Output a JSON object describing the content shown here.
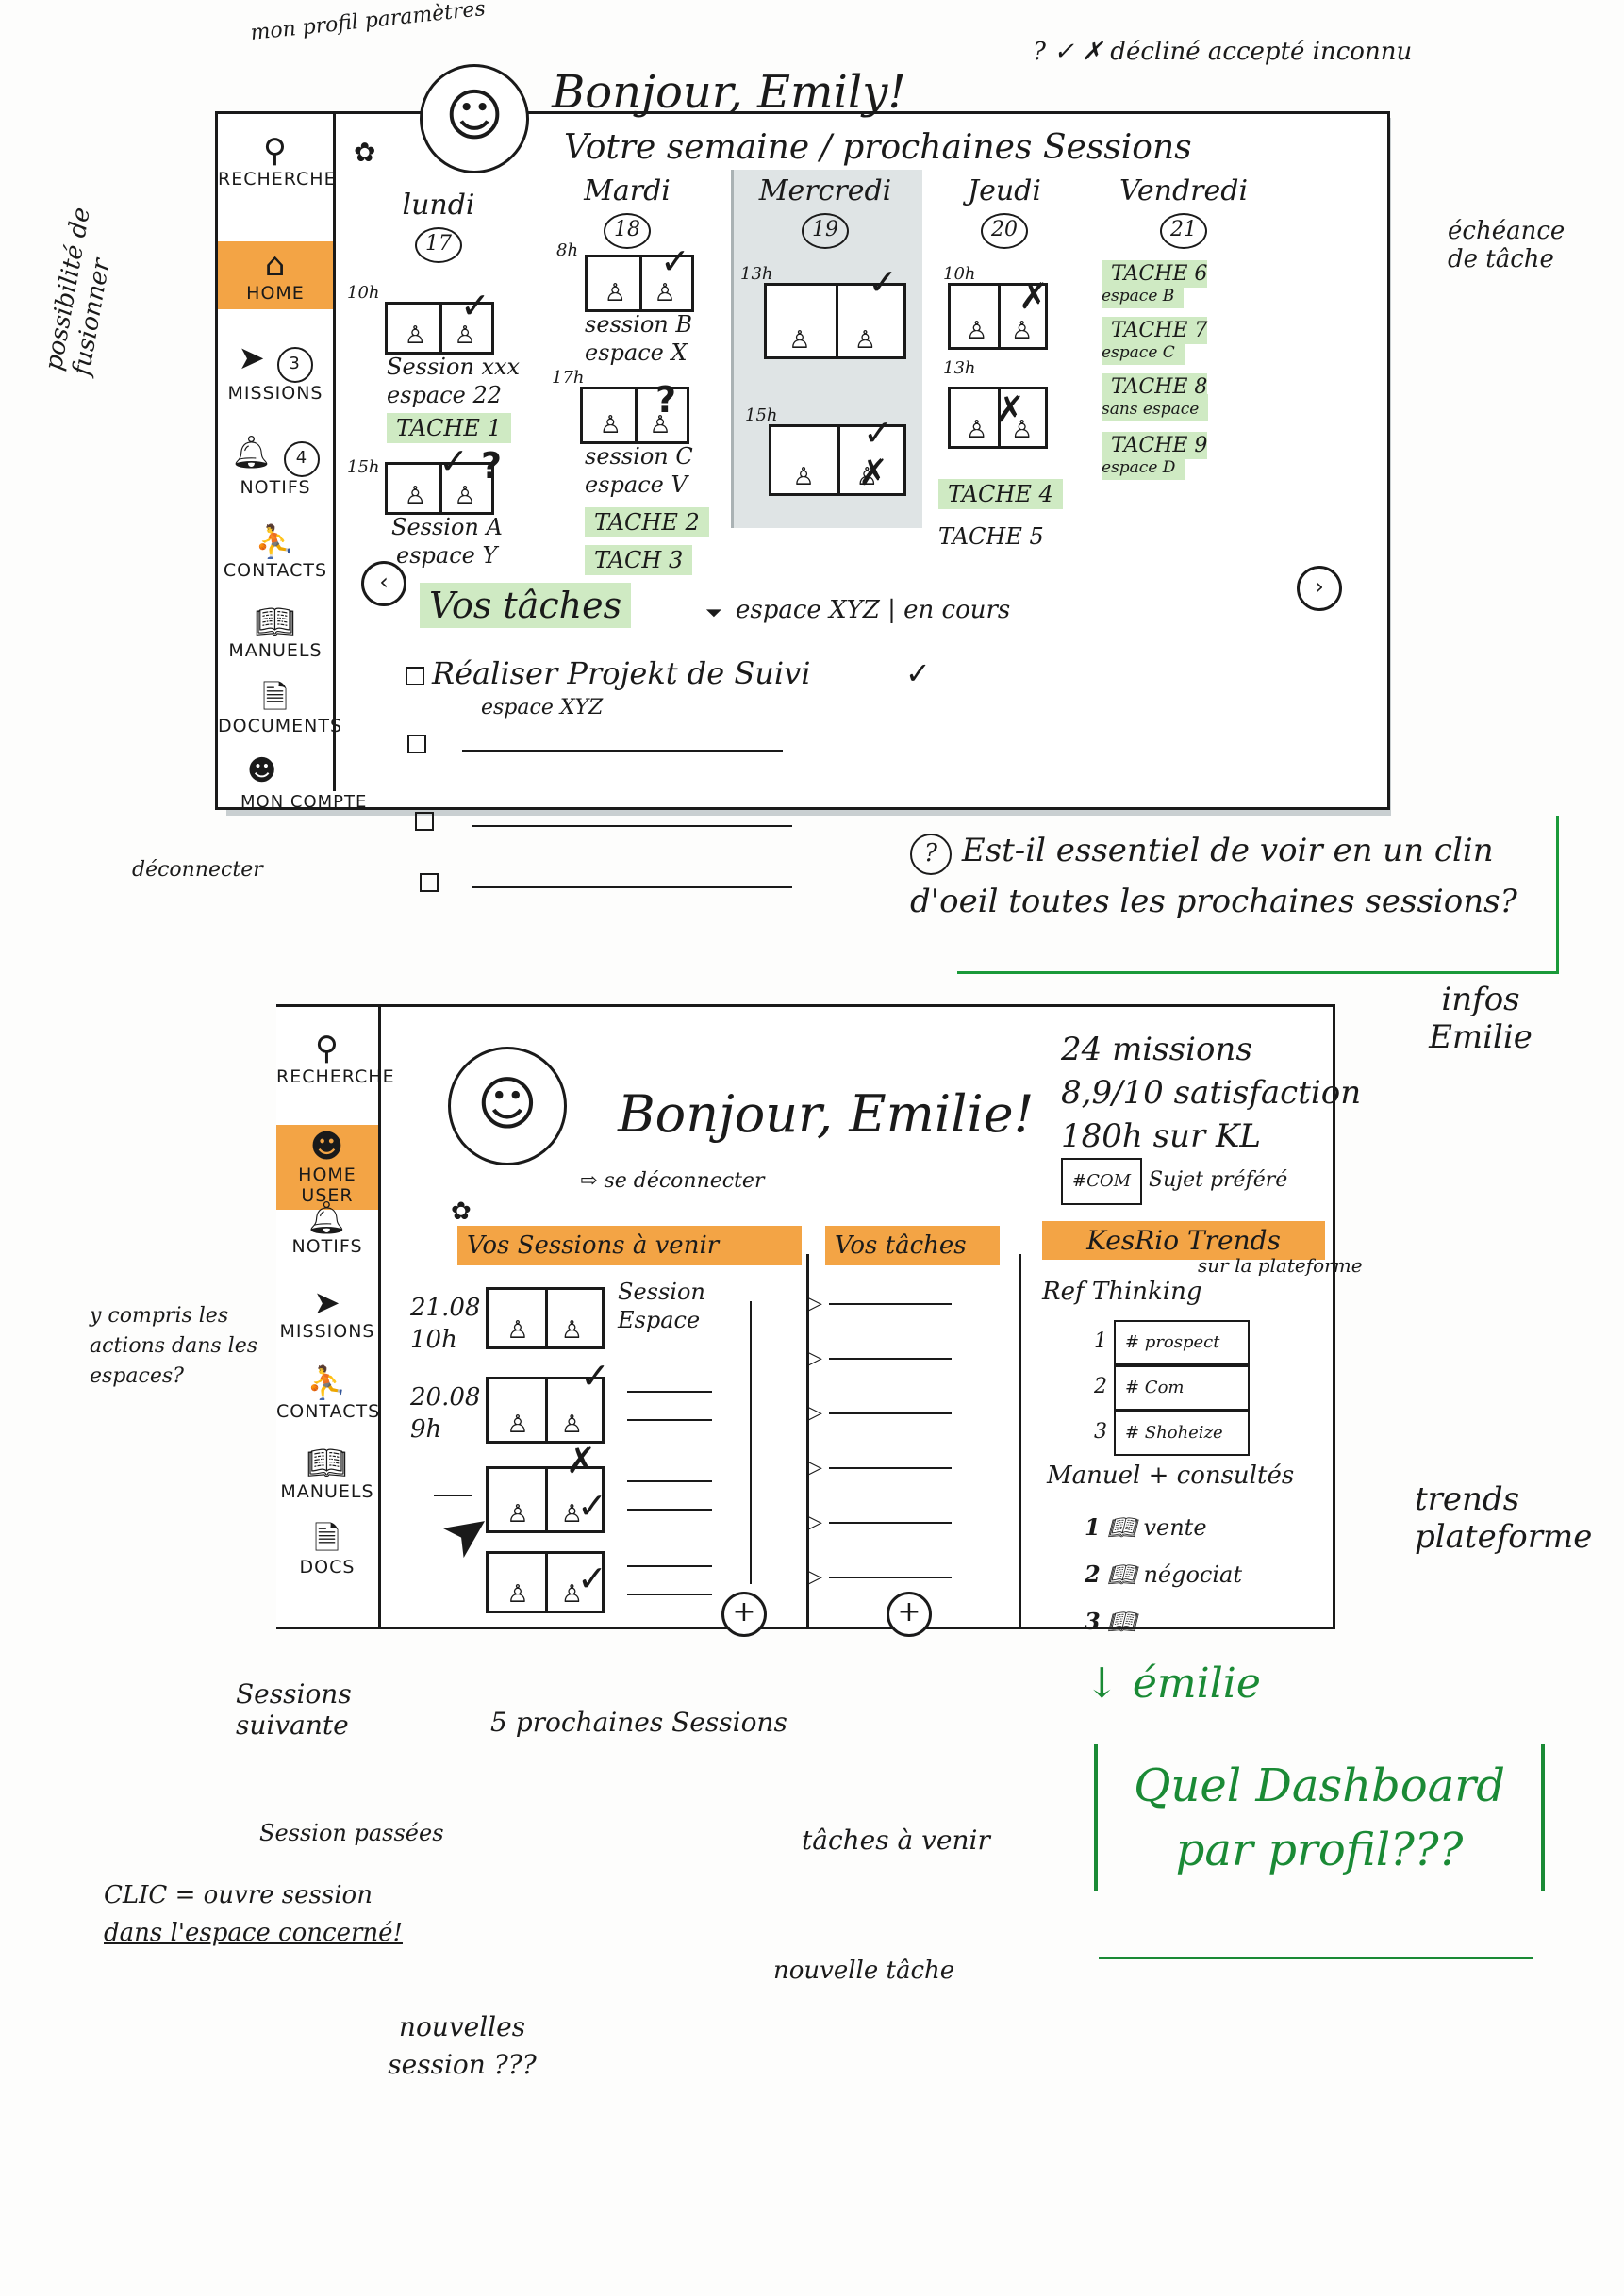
{
  "top": {
    "profile_note": "mon profil paramètres",
    "greeting": "Bonjour, Emily!",
    "subtitle": "Votre semaine / prochaines Sessions",
    "legend": "? ✓ ✗  décliné accepté inconnu",
    "side": {
      "search": "RECHERCHE",
      "home": "HOME",
      "missions": "MISSIONS",
      "missions_badge": "3",
      "notifs": "NOTIFS",
      "notifs_badge": "4",
      "contacts": "CONTACTS",
      "manuels": "MANUELS",
      "documents": "DOCUMENTS",
      "account": "MON COMPTE"
    },
    "days": [
      {
        "name": "lundi",
        "num": "17"
      },
      {
        "name": "Mardi",
        "num": "18"
      },
      {
        "name": "Mercredi",
        "num": "19"
      },
      {
        "name": "Jeudi",
        "num": "20"
      },
      {
        "name": "Vendredi",
        "num": "21"
      }
    ],
    "times": {
      "t1": "10h",
      "t2": "15h",
      "t3": "8h",
      "t4": "17h",
      "t5": "13h",
      "t6": "15h",
      "t7": "10h",
      "t8": "13h"
    },
    "lundi": {
      "s1": "Session xxx",
      "s1b": "espace 22",
      "task": "TACHE 1",
      "s2": "Session A",
      "s2b": "espace Y"
    },
    "mardi": {
      "s1": "session B",
      "s1b": "espace X",
      "s2": "session C",
      "s2b": "espace V",
      "t2": "TACHE 2",
      "t3": "TACH 3"
    },
    "jeudi": {
      "t4": "TACHE 4",
      "t5": "TACHE 5"
    },
    "vendredi": {
      "t6": "TACHE 6",
      "t6b": "espace B",
      "t7": "TACHE 7",
      "t7b": "espace C",
      "t8": "TACHE 8",
      "t8b": "sans espace",
      "t9": "TACHE 9",
      "t9b": "espace D"
    },
    "echeance_note": "échéance de tâche",
    "tasks_title": "Vos tâches",
    "filter": "espace XYZ | en cours",
    "task1": "Réaliser Projekt de Suivi",
    "task1_sub": "espace XYZ",
    "fusion_note": "possibilité de fusionner",
    "disconnect_note": "déconnecter",
    "question": "Est-il essentiel de voir en un clin d'oeil toutes les prochaines sessions?"
  },
  "bottom": {
    "side": {
      "search": "RECHERCHE",
      "home": "HOME USER",
      "notifs": "NOTIFS",
      "missions": "MISSIONS",
      "contacts": "CONTACTS",
      "manuels": "MANUELS",
      "docs": "DOCS"
    },
    "greeting": "Bonjour, Emilie!",
    "disconnect": "se déconnecter",
    "sessions_title": "Vos Sessions à venir",
    "tasks_title": "Vos tâches",
    "trends_title": "KesRio Trends",
    "trends_sub": "sur la plateforme",
    "stats": {
      "missions": "24 missions",
      "satisfaction": "8,9/10 satisfaction",
      "hours": "180h sur KL",
      "fav": "#COM",
      "fav_label": "Sujet préféré"
    },
    "infos_note": "infos Emilie",
    "sessions": [
      {
        "date": "21.08",
        "time": "10h"
      },
      {
        "date": "20.08",
        "time": "9h"
      }
    ],
    "session_col": {
      "a": "Session",
      "b": "Espace"
    },
    "trends": {
      "thinking": "Ref Thinking",
      "t1": "1",
      "t1v": "# prospect",
      "t2": "2",
      "t2v": "# Com",
      "t3": "3",
      "t3v": "# Shoheize",
      "manuels": "Manuel + consultés",
      "m1": "1",
      "m1v": "vente",
      "m2": "2",
      "m2v": "négociat",
      "m3": "3"
    },
    "trends_note": "trends plateforme",
    "included_note": "y compris les actions dans les espaces?",
    "notes": {
      "following": "Sessions suivante",
      "next5": "5 prochaines Sessions",
      "past": "Session passées",
      "click": "CLIC = ouvre session",
      "click2": "dans l'espace concerné!",
      "new_session": "nouvelles session ???",
      "tasks_todo": "tâches à venir",
      "new_task": "nouvelle tâche"
    },
    "question": "↓ émilie",
    "question2": "Quel Dashboard par profil???"
  }
}
